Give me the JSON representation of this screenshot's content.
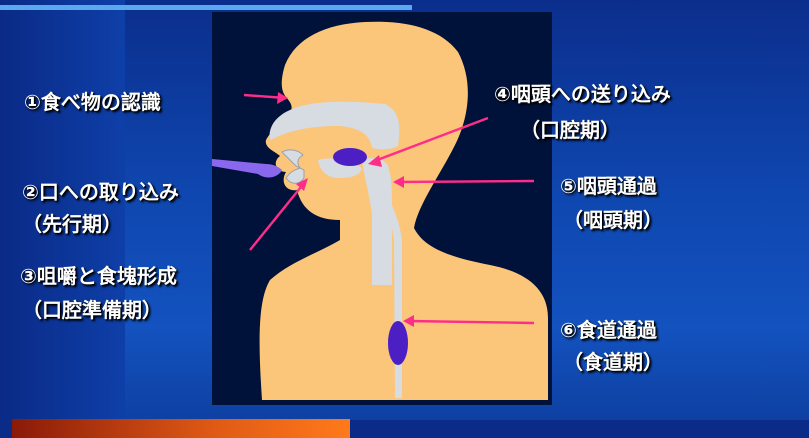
{
  "colors": {
    "background": "#1048b0",
    "figure_panel": "#00113a",
    "skin": "#fbc67a",
    "tract": "#d7dbe2",
    "bolus": "#4b1fc4",
    "arrow": "#ff2d8a",
    "label_text": "#ffffff",
    "accent_bar": "#e05a15"
  },
  "labels": {
    "step1": "①食べ物の認識",
    "step2": "②口への取り込み",
    "step2_phase": "（先行期）",
    "step3": "③咀嚼と食塊形成",
    "step3_phase": "（口腔準備期）",
    "step4": "④咽頭への送り込み",
    "step4_phase": "（口腔期）",
    "step5": "⑤咽頭通過",
    "step5_phase": "（咽頭期）",
    "step6": "⑥食道通過",
    "step6_phase": "（食道期）"
  }
}
